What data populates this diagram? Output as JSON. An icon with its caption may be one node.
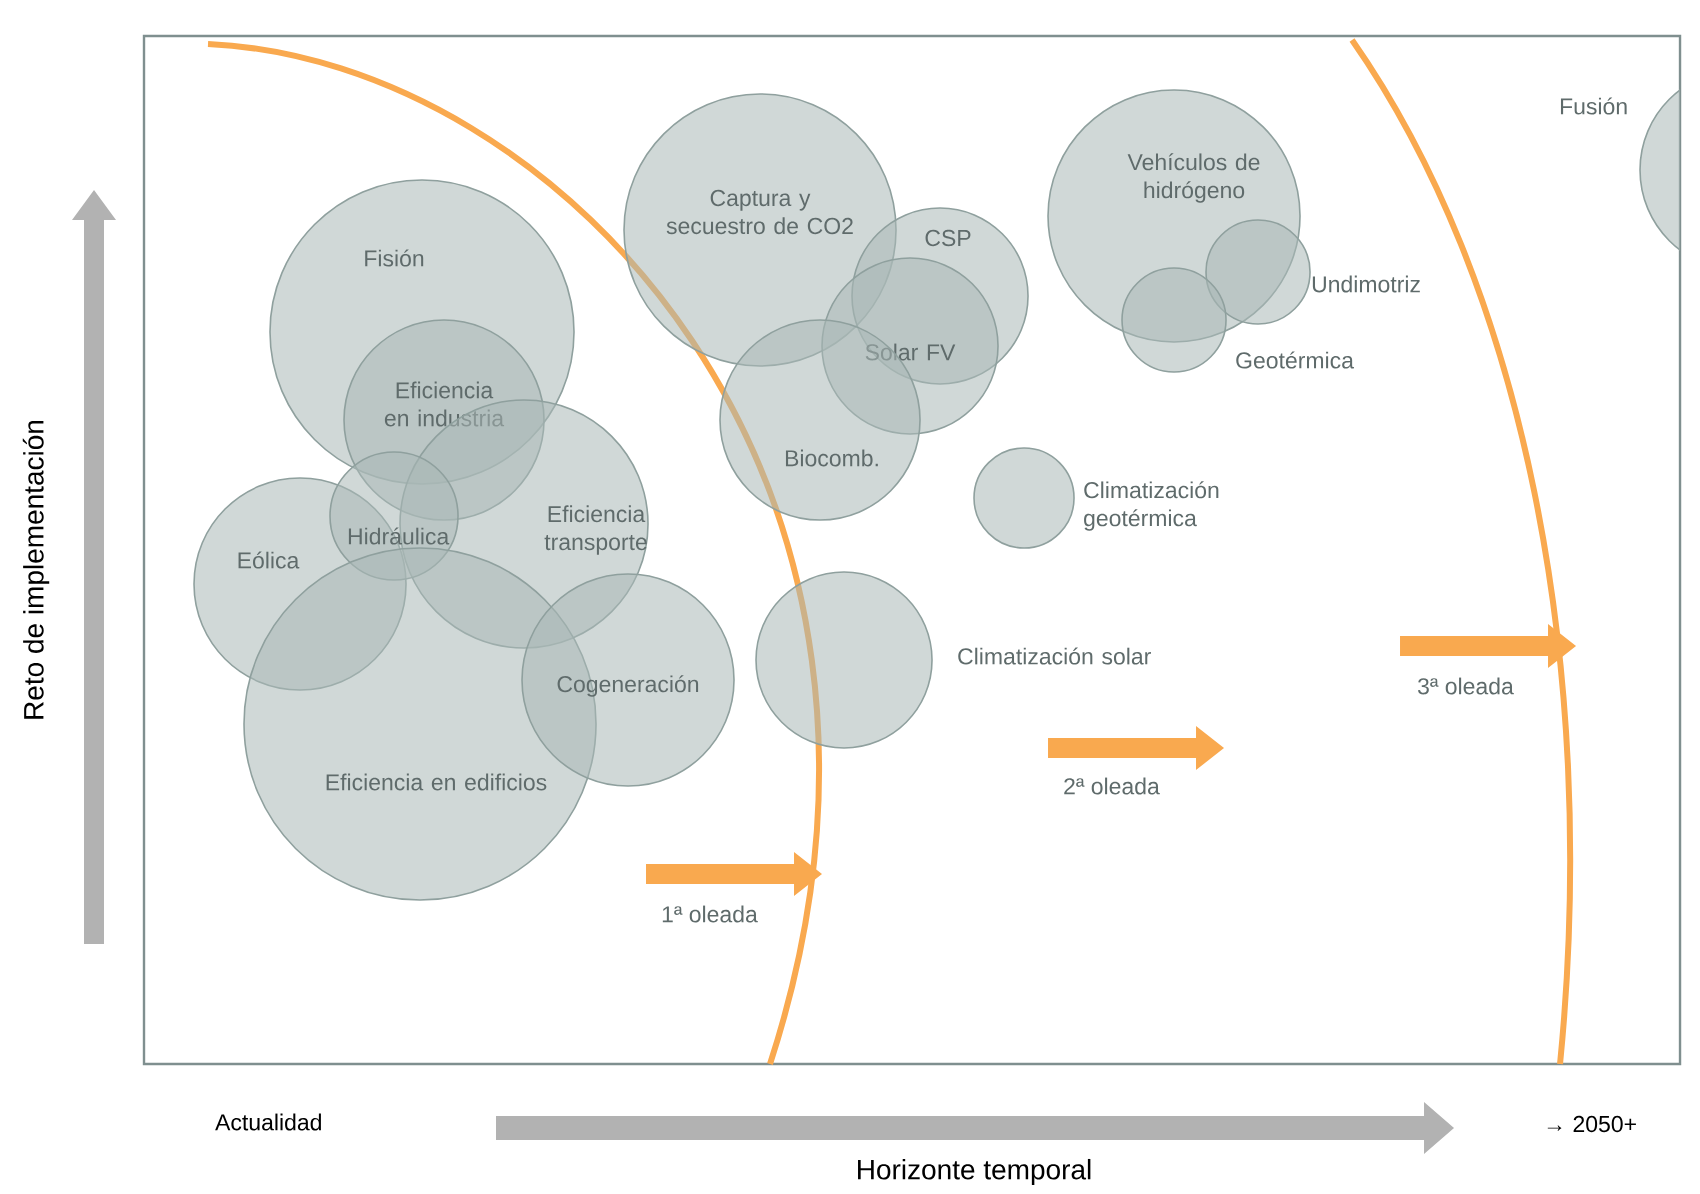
{
  "diagram": {
    "nodes": [
      {
        "text": [
          "Fisión"
        ]
      },
      {
        "text": [
          "Eficiencia en industria"
        ]
      },
      {
        "text": [
          "Eficiencia transporte"
        ]
      },
      {
        "text": [
          "Eólica"
        ]
      },
      {
        "text": [
          "Hidráulica"
        ]
      },
      {
        "text": [
          "Eficiencia en edificios"
        ]
      },
      {
        "text": [
          "Cogeneración"
        ]
      },
      {
        "text": [
          "Captura y secuestro de CO2"
        ]
      },
      {
        "text": [
          "CSP"
        ]
      },
      {
        "text": [
          "Solar FV"
        ]
      },
      {
        "text": [
          "Biocomb."
        ]
      },
      {
        "text": [],
        "shape": "circle",
        "beside": [
          "Climatización geotérmica"
        ]
      },
      {
        "text": [],
        "shape": "circle",
        "beside": [
          "Climatización solar"
        ]
      },
      {
        "text": [
          "Vehículos de hidrógeno"
        ]
      },
      {
        "text": [],
        "shape": "circle",
        "beside": [
          "Undimotriz"
        ]
      },
      {
        "text": [],
        "shape": "circle",
        "beside": [
          "Geotérmica"
        ]
      },
      {
        "text": [],
        "shape": "circle",
        "beside": [
          "Fusión"
        ]
      }
    ],
    "labels": [
      "Reto de implementación",
      "3ª oleada",
      "2ª oleada",
      "1ª oleada",
      "Actualidad",
      "→ 2050+",
      "Horizonte temporal"
    ]
  }
}
